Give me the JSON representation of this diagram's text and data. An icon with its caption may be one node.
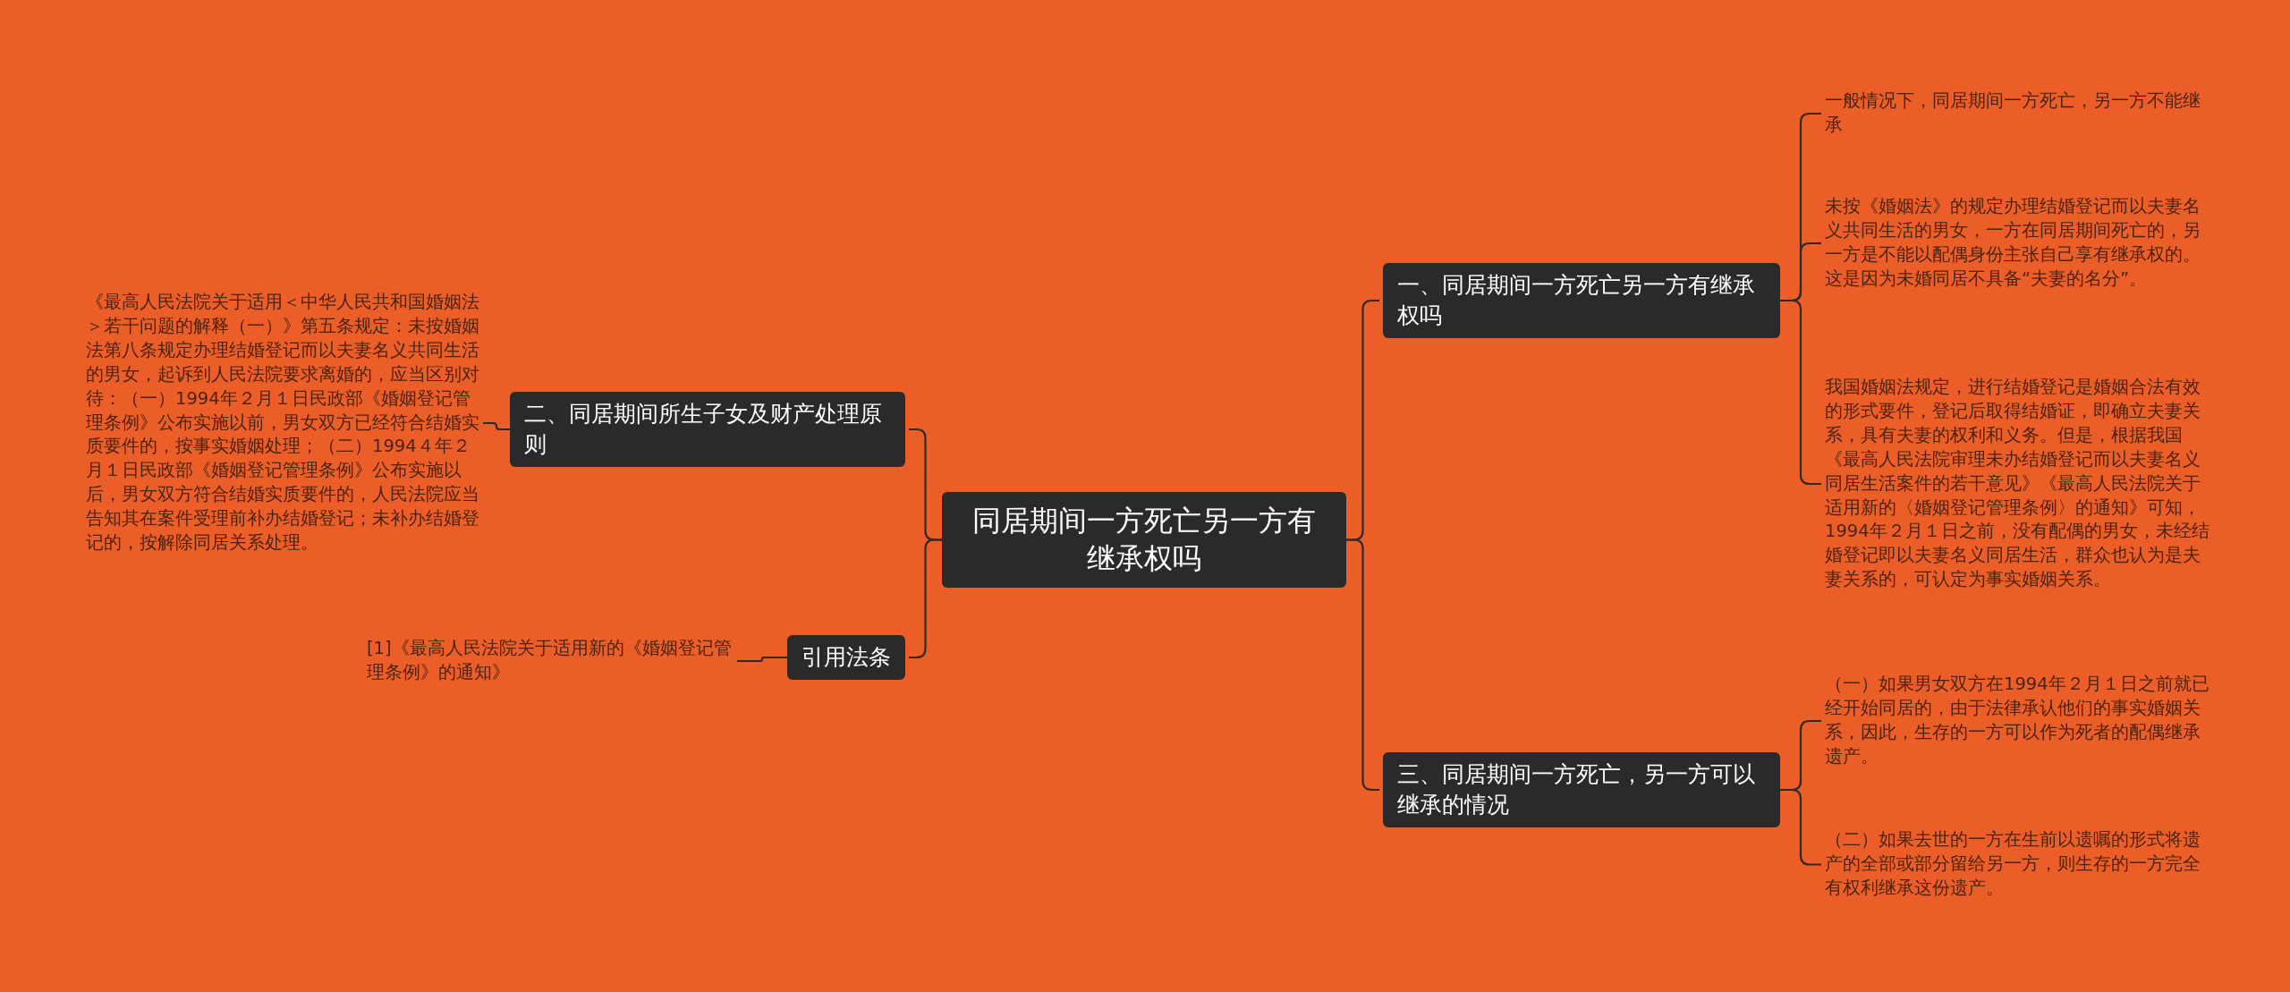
{
  "diagram": {
    "nodes": [
      {
        "text": [
          "同居期间一方死亡另一方有继承权吗"
        ]
      },
      {
        "text": [
          "一、同居期间一方死亡另一方有继承权吗"
        ]
      },
      {
        "text": [
          "一般情况下，同居期间一方死亡，另一方不能继承"
        ]
      },
      {
        "text": [
          "未按《婚姻法》的规定办理结婚登记而以夫妻名义共同生活的男女，一方在同居期间死亡的，另一方是不能以配偶身份主张自己享有继承权的。这是因为未婚同居不具备“夫妻的名分”。"
        ]
      },
      {
        "text": [
          "我国婚姻法规定，进行结婚登记是婚姻合法有效的形式要件，登记后取得结婚证，即确立夫妻关系，具有夫妻的权利和义务。但是，根据我国《最高人民法院审理未办结婚登记而以夫妻名义同居生活案件的若干意见》《最高人民法院关于适用新的〈婚姻登记管理条例〉的通知》可知，1994年２月１日之前，没有配偶的男女，未经结婚登记即以夫妻名义同居生活，群众也认为是夫妻关系的，可认定为事实婚姻关系。"
        ]
      },
      {
        "text": [
          "三、同居期间一方死亡，另一方可以继承的情况"
        ]
      },
      {
        "text": [
          "（一）如果男女双方在1994年２月１日之前就已经开始同居的，由于法律承认他们的事实婚姻关系，因此，生存的一方可以作为死者的配偶继承遗产。"
        ]
      },
      {
        "text": [
          "（二）如果去世的一方在生前以遗嘱的形式将遗产的全部或部分留给另一方，则生存的一方完全有权利继承这份遗产。"
        ]
      },
      {
        "text": [
          "二、同居期间所生子女及财产处理原则"
        ]
      },
      {
        "text": [
          "《最高人民法院关于适用＜中华人民共和国婚姻法＞若干问题的解释（一）》第五条规定：未按婚姻法第八条规定办理结婚登记而以夫妻名义共同生活的男女，起诉到人民法院要求离婚的，应当区别对待：（一）1994年２月１日民政部《婚姻登记管理条例》公布实施以前，男女双方已经符合结婚实质要件的，按事实婚姻处理；（二）1994４年２月１日民政部《婚姻登记管理条例》公布实施以后，男女双方符合结婚实质要件的，人民法院应当告知其在案件受理前补办结婚登记；未补办结婚登记的，按解除同居关系处理。"
        ]
      },
      {
        "text": [
          "引用法条"
        ]
      },
      {
        "text": [
          "[1]《最高人民法院关于适用新的《婚姻登记管理条例》的通知》"
        ]
      }
    ],
    "edges": [
      {
        "from": 0,
        "to": 1,
        "arrow": "none"
      },
      {
        "from": 1,
        "to": 2,
        "arrow": "none"
      },
      {
        "from": 1,
        "to": 3,
        "arrow": "none"
      },
      {
        "from": 1,
        "to": 4,
        "arrow": "none"
      },
      {
        "from": 0,
        "to": 5,
        "arrow": "none"
      },
      {
        "from": 5,
        "to": 6,
        "arrow": "none"
      },
      {
        "from": 5,
        "to": 7,
        "arrow": "none"
      },
      {
        "from": 0,
        "to": 8,
        "arrow": "none"
      },
      {
        "from": 8,
        "to": 9,
        "arrow": "none"
      },
      {
        "from": 0,
        "to": 10,
        "arrow": "none"
      },
      {
        "from": 10,
        "to": 11,
        "arrow": "none"
      }
    ]
  }
}
